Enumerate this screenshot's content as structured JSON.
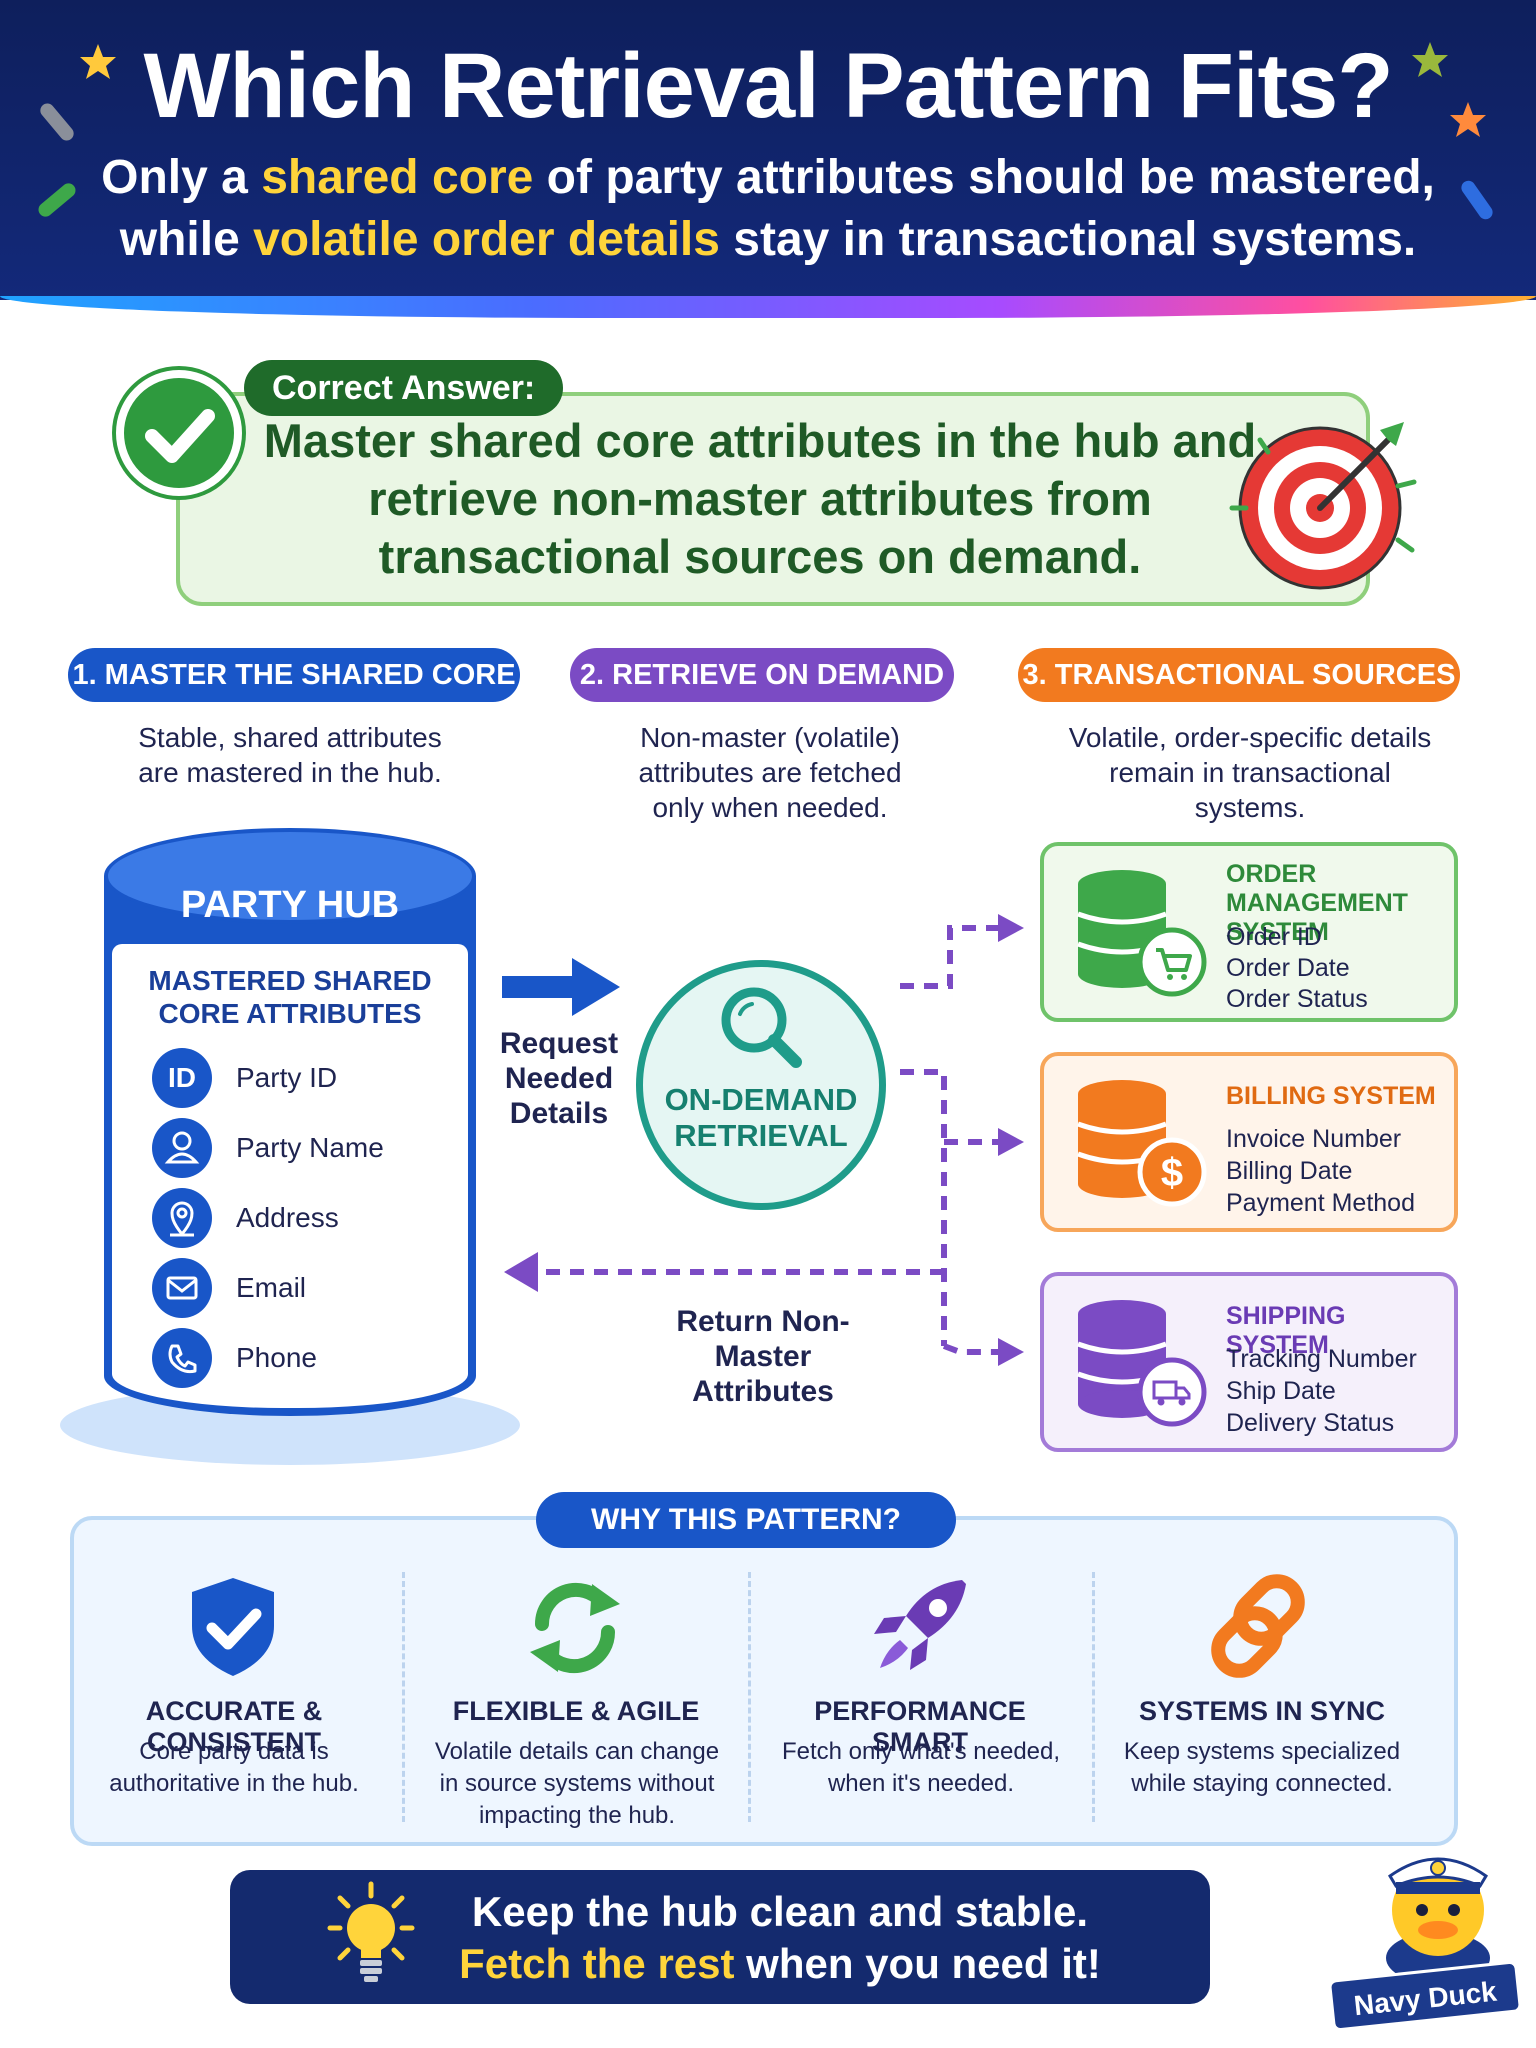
{
  "header": {
    "title": "Which Retrieval Pattern Fits?",
    "subtitle_line1": {
      "pre": "Only a ",
      "highlight": "shared core",
      "post": " of party attributes should be mastered,"
    },
    "subtitle_line2": {
      "pre": "while ",
      "highlight": "volatile order details",
      "post": " stay in transactional systems."
    }
  },
  "answer": {
    "tag": "Correct Answer:",
    "text": "Master shared core attributes in the hub and retrieve non-master attributes from transactional sources on demand."
  },
  "columns": [
    {
      "label": "1. MASTER THE SHARED CORE",
      "desc": "Stable, shared attributes are mastered in the hub.",
      "color": "#1956c8"
    },
    {
      "label": "2. RETRIEVE ON DEMAND",
      "desc": "Non-master (volatile) attributes are fetched only when needed.",
      "color": "#7b4bc4"
    },
    {
      "label": "3. TRANSACTIONAL SOURCES",
      "desc": "Volatile, order-specific details remain in transactional systems.",
      "color": "#f27a1f"
    }
  ],
  "hub": {
    "title": "PARTY HUB",
    "panel_title": "MASTERED SHARED CORE ATTRIBUTES",
    "attributes": [
      {
        "icon": "id-icon",
        "icon_text": "ID",
        "label": "Party ID"
      },
      {
        "icon": "person-icon",
        "label": "Party Name"
      },
      {
        "icon": "location-pin-icon",
        "label": "Address"
      },
      {
        "icon": "envelope-icon",
        "label": "Email"
      },
      {
        "icon": "phone-icon",
        "label": "Phone"
      }
    ]
  },
  "flow": {
    "request_label": "Request Needed Details",
    "retrieval_label": "ON-DEMAND RETRIEVAL",
    "return_label": "Return Non-Master Attributes"
  },
  "sources": [
    {
      "title": "ORDER MANAGEMENT SYSTEM",
      "items": [
        "Order ID",
        "Order Date",
        "Order Status"
      ],
      "icon": "cart-icon",
      "color": "#3ea84a"
    },
    {
      "title": "BILLING SYSTEM",
      "items": [
        "Invoice Number",
        "Billing Date",
        "Payment Method"
      ],
      "icon": "dollar-icon",
      "color": "#f27a1f"
    },
    {
      "title": "SHIPPING SYSTEM",
      "items": [
        "Tracking Number",
        "Ship Date",
        "Delivery Status"
      ],
      "icon": "truck-icon",
      "color": "#7b4bc4"
    }
  ],
  "why": {
    "title": "WHY THIS PATTERN?",
    "items": [
      {
        "icon": "shield-check-icon",
        "title": "ACCURATE & CONSISTENT",
        "desc": "Core party data is authoritative in the hub."
      },
      {
        "icon": "refresh-icon",
        "title": "FLEXIBLE & AGILE",
        "desc": "Volatile details can change in source systems without impacting the hub."
      },
      {
        "icon": "rocket-icon",
        "title": "PERFORMANCE SMART",
        "desc": "Fetch only what's needed, when it's needed."
      },
      {
        "icon": "link-icon",
        "title": "SYSTEMS IN SYNC",
        "desc": "Keep systems specialized while staying connected."
      }
    ]
  },
  "footer": {
    "line1": "Keep the hub clean and stable.",
    "line2_highlight": "Fetch the rest",
    "line2_rest": " when you need it!"
  },
  "mascot": {
    "name": "Navy Duck"
  }
}
